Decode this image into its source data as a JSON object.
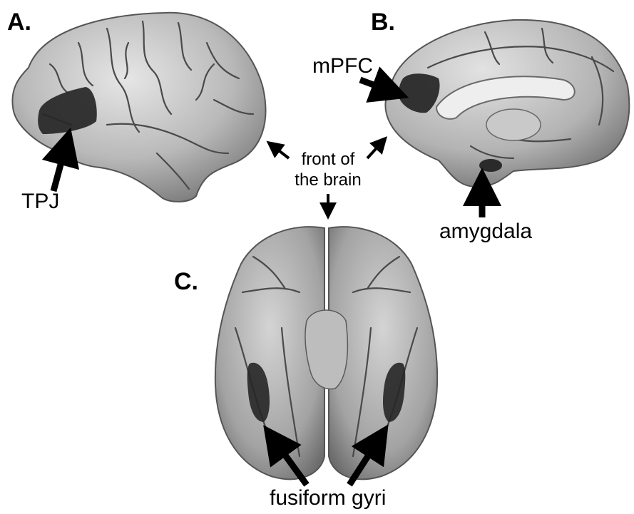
{
  "panels": [
    {
      "id": "A",
      "letter": "A.",
      "view": "lateral",
      "region": "TPJ"
    },
    {
      "id": "B",
      "letter": "B.",
      "view": "medial",
      "regions": [
        "mPFC",
        "amygdala"
      ]
    },
    {
      "id": "C",
      "letter": "C.",
      "view": "ventral",
      "region": "fusiform gyri"
    }
  ],
  "center_note": {
    "line1": "front of",
    "line2": "the brain"
  },
  "colors": {
    "background": "#ffffff",
    "cortex_light": "#d8d8d8",
    "cortex_mid": "#a9a9a9",
    "cortex_dark": "#6e6e6e",
    "sulcus": "#3a3a3a",
    "highlight_region": "#262626",
    "arrow": "#000000"
  }
}
